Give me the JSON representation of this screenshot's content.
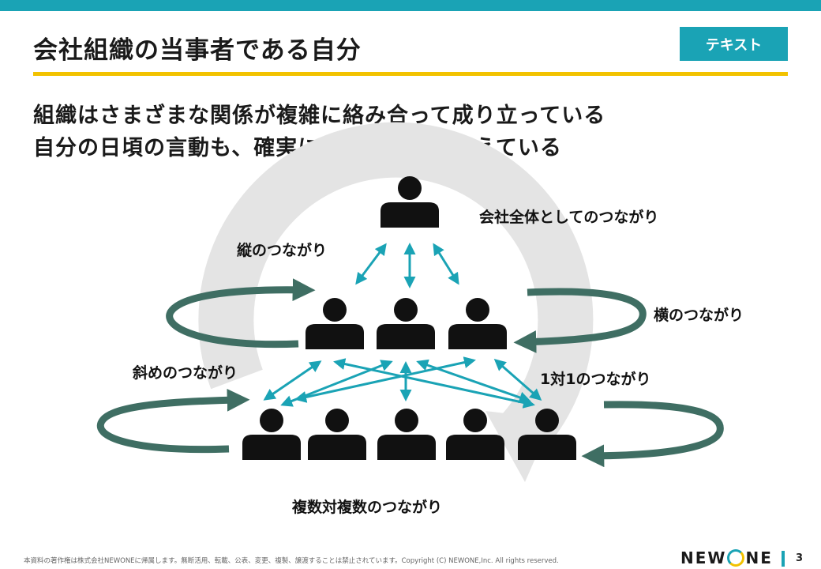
{
  "slide": {
    "title": "会社組織の当事者である自分",
    "tag": "テキスト",
    "headline_1": "組織はさまざまな関係が複雑に絡み合って成り立っている",
    "headline_2": "自分の日頃の言動も、確実に周囲に影響を与えている"
  },
  "diagram": {
    "label_top": "会社全体としてのつながり",
    "label_vertical": "縦のつながり",
    "label_horizontal": "横のつながり",
    "label_diagonal": "斜めのつながり",
    "label_one_to_one": "1対1のつながり",
    "label_many_to_many": "複数対複数のつながり"
  },
  "footer": {
    "copyright": "本資料の著作権は株式会社NEWONEに帰属します。無断活用、転載、公表、変更、複製、譲渡することは禁止されています。Copyright (C) NEWONE,Inc.  All rights reserved.",
    "logo_left": "NEW",
    "logo_right": "NE",
    "page_number": "3"
  },
  "colors": {
    "accent_teal": "#1aa3b5",
    "accent_yellow": "#f2c200",
    "loop_arrow": "#3f6e63",
    "connector": "#1aa3b5",
    "background_cycle": "#e4e4e4",
    "person": "#111111"
  }
}
